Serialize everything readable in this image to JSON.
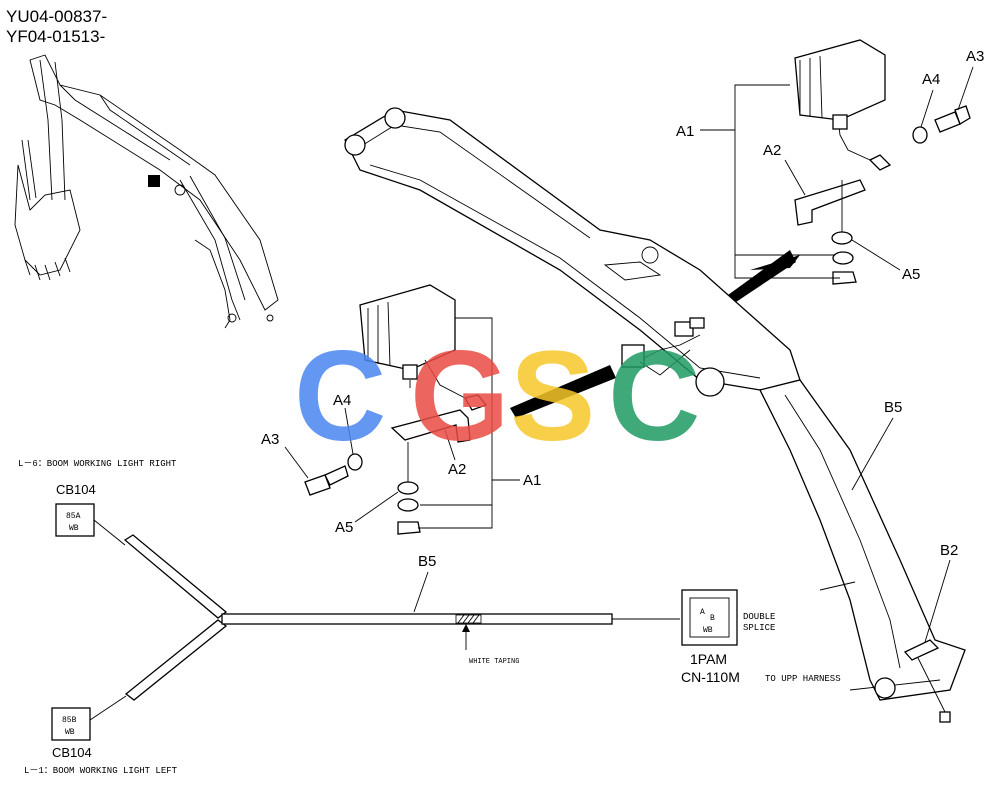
{
  "header": {
    "serial_line_1": "YU04-00837-",
    "serial_line_2": "YF04-01513-"
  },
  "watermark": {
    "text": "CGSC",
    "letters": [
      "C",
      "G",
      "S",
      "C"
    ],
    "colors": [
      "#4a86f0",
      "#e94b43",
      "#f6c72a",
      "#1f9b63"
    ]
  },
  "callouts": {
    "a1_right": "A1",
    "a2_right": "A2",
    "a3_right": "A3",
    "a4_right": "A4",
    "a5_right": "A5",
    "a1_left": "A1",
    "a2_left": "A2",
    "a3_left": "A3",
    "a4_left": "A4",
    "a5_left": "A5",
    "b5_boom": "B5",
    "b2_boom": "B2",
    "b5_harness": "B5"
  },
  "wiring": {
    "light_right_label": "L－6：BOOM WORKING LIGHT RIGHT",
    "light_left_label": "L－1：BOOM WORKING LIGHT LEFT",
    "cb_top_label": "CB104",
    "cb_top_terminal_1": "85A",
    "cb_top_terminal_2": "WB",
    "cb_bottom_label": "CB104",
    "cb_bottom_terminal_1": "85B",
    "cb_bottom_terminal_2": "WB",
    "white_taping": "WHITE TAPING",
    "connector_id": "1PAM",
    "connector_code": "CN-110M",
    "connector_pin_1": "A",
    "connector_pin_2": "B",
    "connector_color": "WB",
    "splice_line_1": "DOUBLE",
    "splice_line_2": "SPLICE",
    "to_harness": "TO UPP HARNESS"
  }
}
